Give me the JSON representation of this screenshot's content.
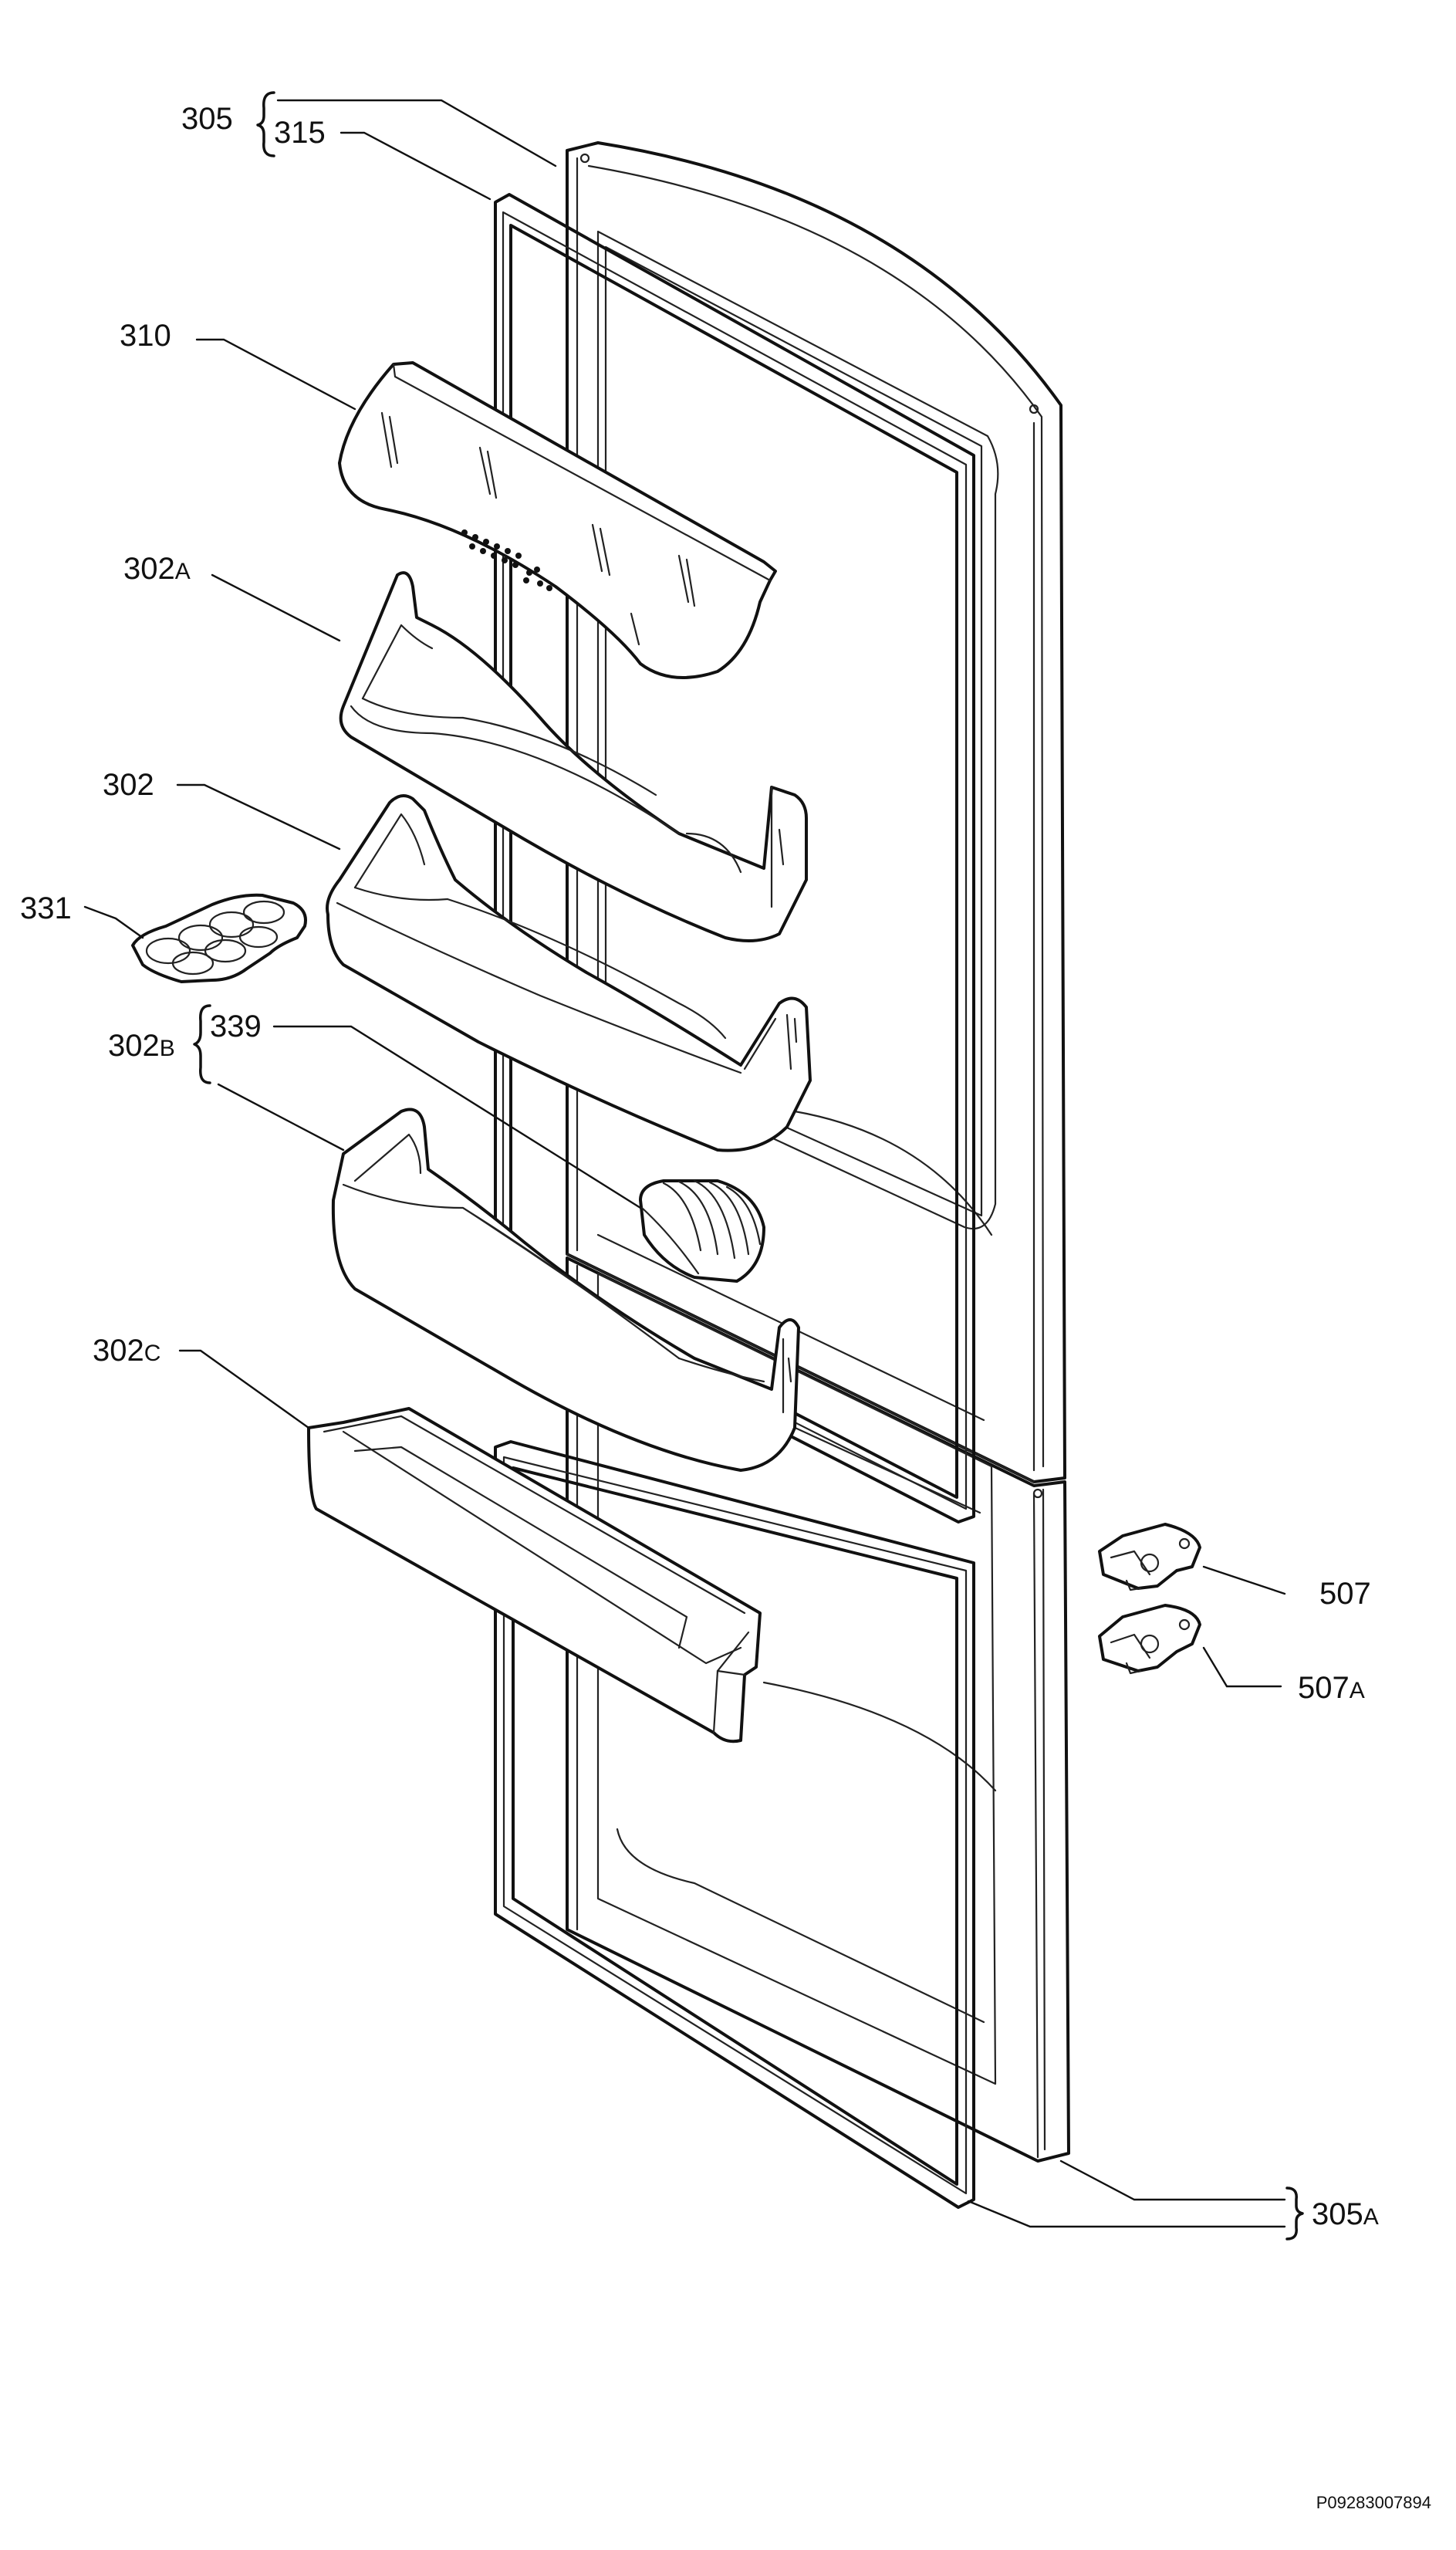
{
  "diagram": {
    "labels": {
      "p305": "305",
      "p315": "315",
      "p310": "310",
      "p302a_num": "302",
      "p302a_suf": "A",
      "p302": "302",
      "p331": "331",
      "p302b_num": "302",
      "p302b_suf": "B",
      "p339": "339",
      "p302c_num": "302",
      "p302c_suf": "C",
      "p507": "507",
      "p507a_num": "507",
      "p507a_suf": "A",
      "p305a_num": "305",
      "p305a_suf": "A"
    },
    "drawing_code": "P09283007894"
  }
}
